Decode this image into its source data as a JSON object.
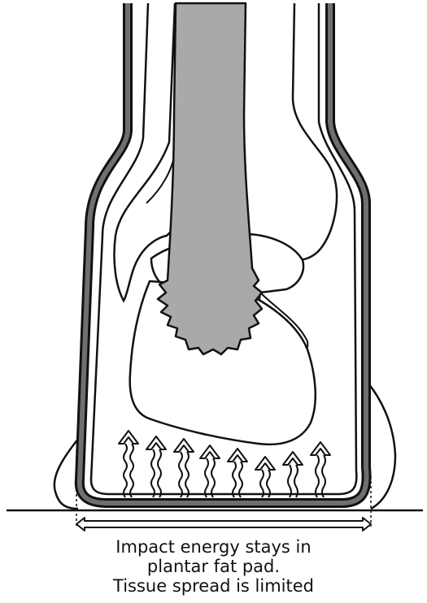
{
  "caption": {
    "line1": "Impact energy stays in",
    "line2": "plantar fat pad.",
    "line3": "Tissue spread is limited"
  },
  "colors": {
    "outline": "#111111",
    "shoe_fill": "#6f6f6f",
    "tendon_fill": "#a9a9a9",
    "background": "#ffffff"
  },
  "icons": {
    "energy_arrow_count": 8,
    "spread_arrow": "double-headed-arrow"
  }
}
